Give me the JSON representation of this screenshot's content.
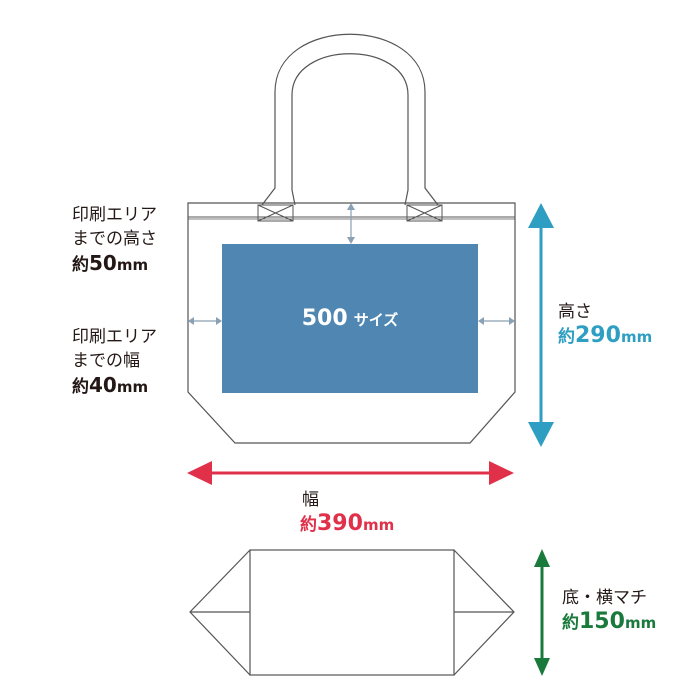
{
  "print_area_height": {
    "line1": "印刷エリア",
    "line2": "までの高さ",
    "prefix": "約",
    "value": "50",
    "unit": "mm"
  },
  "print_area_width": {
    "line1": "印刷エリア",
    "line2": "までの幅",
    "prefix": "約",
    "value": "40",
    "unit": "mm"
  },
  "print_box": {
    "number": "500",
    "text": "サイズ"
  },
  "height": {
    "label": "高さ",
    "prefix": "約",
    "value": "290",
    "unit": "mm"
  },
  "width": {
    "label": "幅",
    "prefix": "約",
    "value": "390",
    "unit": "mm"
  },
  "gusset": {
    "label": "底・横マチ",
    "prefix": "約",
    "value": "150",
    "unit": "mm"
  },
  "colors": {
    "outline": "#555555",
    "print_area": "#4f87b2",
    "height_arrow": "#2e9ec2",
    "width_arrow": "#e0304a",
    "gusset_arrow": "#1a7a3c",
    "guide_arrow": "#8aa0b5"
  }
}
